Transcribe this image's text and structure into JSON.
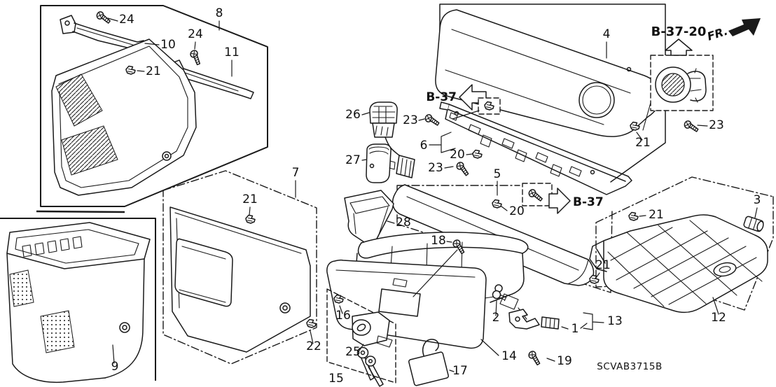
{
  "diagram": {
    "code": "SCVAB3715B",
    "description": "instrument panel garnish exploded parts diagram",
    "line_color": "#1a1a1a",
    "background": "#ffffff"
  },
  "refs": {
    "fr": "FR.",
    "b37_left": "B-37",
    "b37_right": "B-37",
    "b37_20": "B-37-20"
  },
  "callouts": [
    {
      "label": "24"
    },
    {
      "label": "8"
    },
    {
      "label": "10"
    },
    {
      "label": "24"
    },
    {
      "label": "11"
    },
    {
      "label": "21"
    },
    {
      "label": "4"
    },
    {
      "label": "23"
    },
    {
      "label": "21"
    },
    {
      "label": "26"
    },
    {
      "label": "23"
    },
    {
      "label": "6"
    },
    {
      "label": "20"
    },
    {
      "label": "23"
    },
    {
      "label": "27"
    },
    {
      "label": "5"
    },
    {
      "label": "20"
    },
    {
      "label": "28"
    },
    {
      "label": "18"
    },
    {
      "label": "7"
    },
    {
      "label": "21"
    },
    {
      "label": "22"
    },
    {
      "label": "16"
    },
    {
      "label": "25"
    },
    {
      "label": "15"
    },
    {
      "label": "17"
    },
    {
      "label": "14"
    },
    {
      "label": "2"
    },
    {
      "label": "1"
    },
    {
      "label": "13"
    },
    {
      "label": "19"
    },
    {
      "label": "3"
    },
    {
      "label": "21"
    },
    {
      "label": "21"
    },
    {
      "label": "12"
    },
    {
      "label": "9"
    }
  ]
}
